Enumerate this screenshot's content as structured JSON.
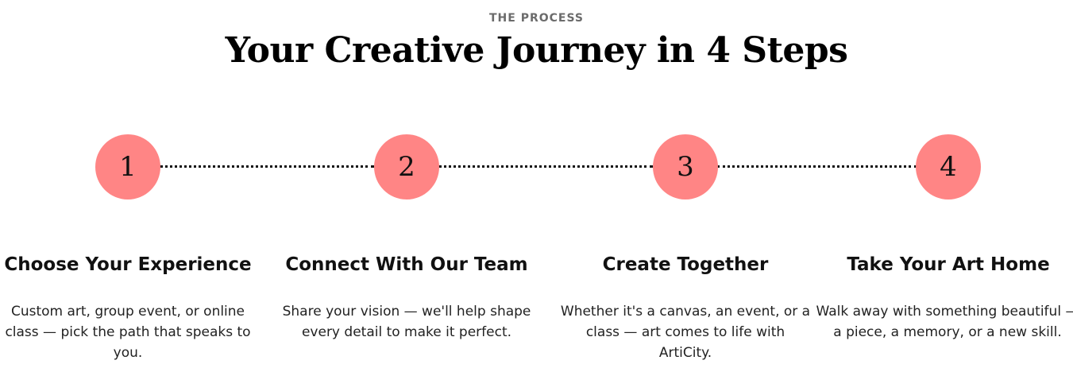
{
  "header": {
    "eyebrow": "THE PROCESS",
    "title": "Your Creative Journey in 4 Steps"
  },
  "colors": {
    "circle": "#ff8585",
    "text": "#111111",
    "eyebrow": "#6b6b6b"
  },
  "steps": [
    {
      "number": "1",
      "title": "Choose Your Experience",
      "description": "Custom art, group event, or online class — pick the path that speaks to you."
    },
    {
      "number": "2",
      "title": "Connect With Our Team",
      "description": "Share your vision — we'll help shape every detail to make it perfect."
    },
    {
      "number": "3",
      "title": "Create Together",
      "description": "Whether it's a canvas, an event, or a class — art comes to life with ArtiCity."
    },
    {
      "number": "4",
      "title": "Take Your Art Home",
      "description": "Walk away with something beautiful — a piece, a memory, or a new skill."
    }
  ]
}
